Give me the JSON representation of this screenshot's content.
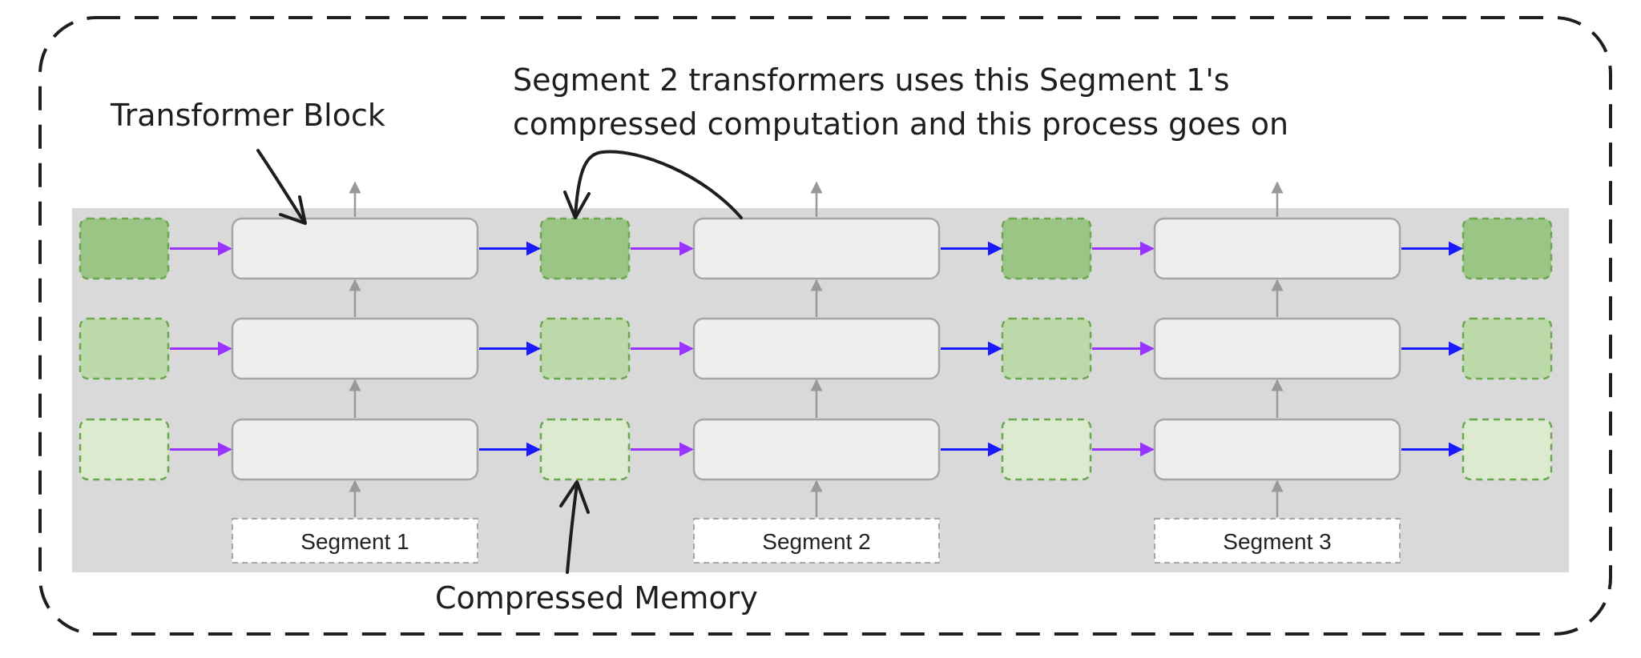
{
  "annotations": {
    "transformer_block": "Transformer Block",
    "segment_note_line1": "Segment 2 transformers uses this Segment 1's",
    "segment_note_line2": "compressed computation and this process goes on",
    "compressed_memory": "Compressed Memory"
  },
  "segments": [
    {
      "label": "Segment 1"
    },
    {
      "label": "Segment 2"
    },
    {
      "label": "Segment 3"
    }
  ],
  "layers": 3,
  "memory_columns": 4,
  "colors": {
    "panel": "#d9d9d9",
    "block_fill": "#eeeeee",
    "block_stroke": "#a6a6a6",
    "memory_fill_top": "#9bc584",
    "memory_fill_mid": "#bcdaa9",
    "memory_fill_bottom": "#dceacf",
    "memory_stroke": "#6aa84f",
    "arrow_in": "#9933ff",
    "arrow_out": "#1a1aff",
    "arrow_up": "#999999",
    "outline": "#1e1e1e"
  }
}
